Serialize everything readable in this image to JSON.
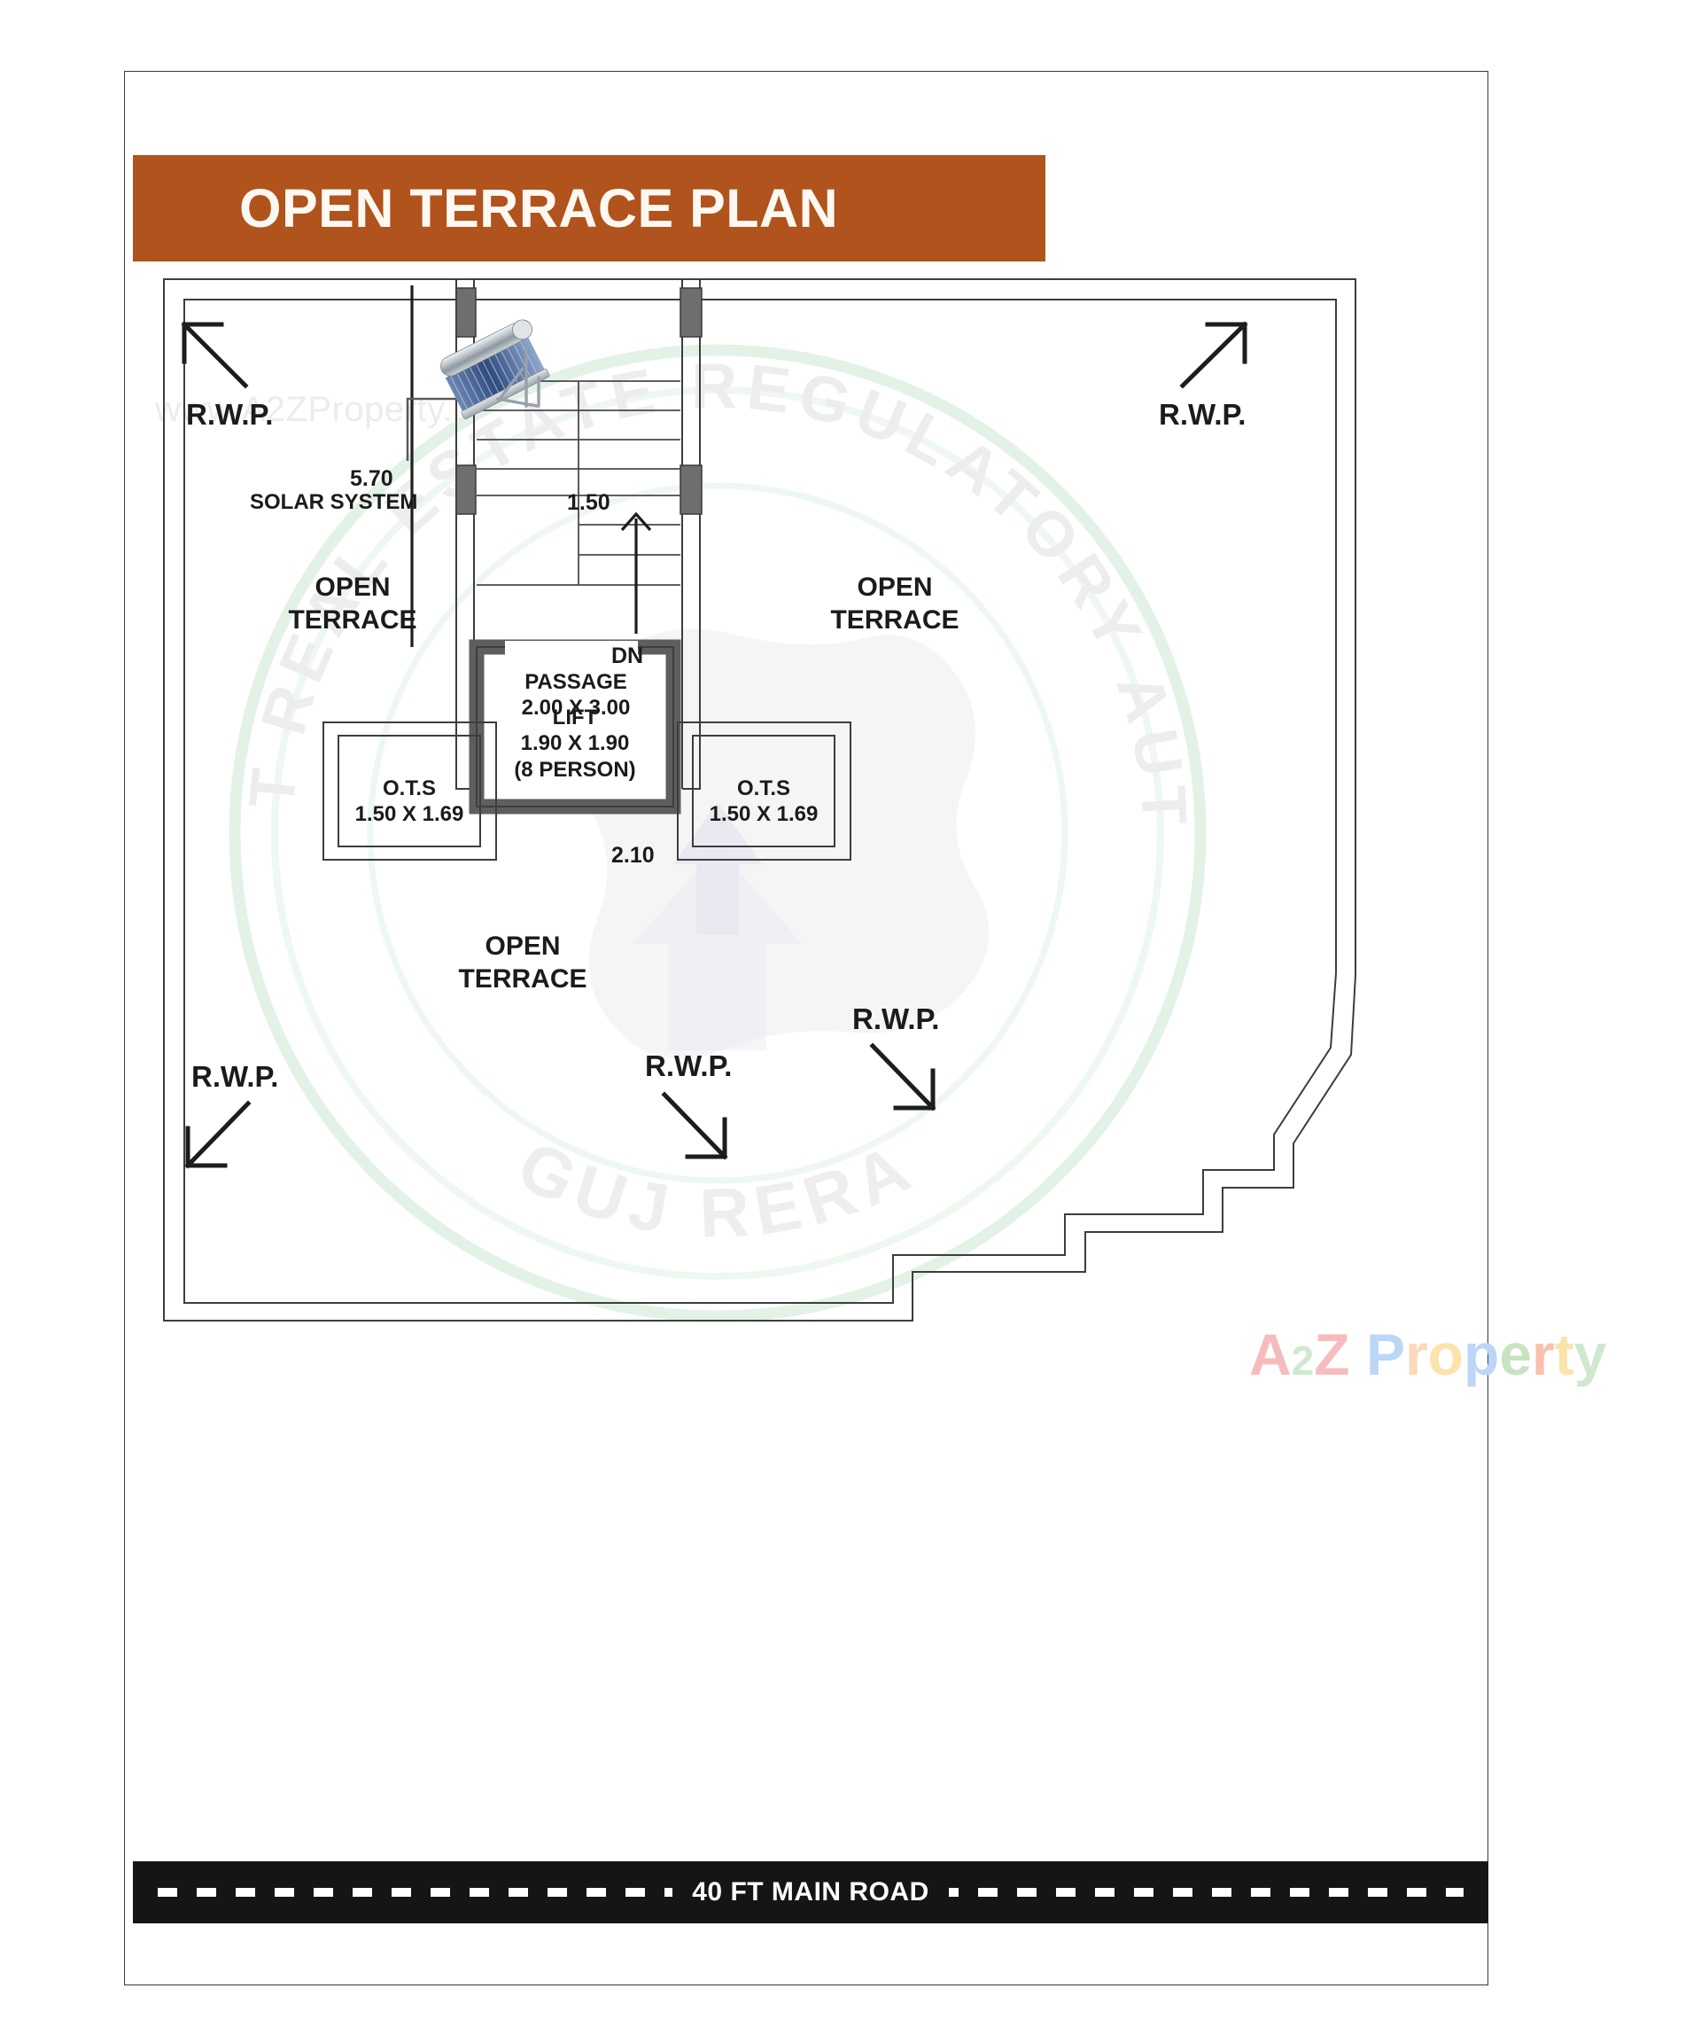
{
  "document": {
    "title": "OPEN TERRACE PLAN"
  },
  "watermarks": {
    "url": "www.A2ZProperty.in",
    "seal_outer": "GUJARAT REAL ESTATE REGULATORY AUTHORITY",
    "seal_inner": "GUJ RERA",
    "logo": {
      "a": "A",
      "two": "2",
      "z": "Z",
      "p": "P",
      "r": "r",
      "o": "o",
      "p2": "p",
      "e": "e",
      "r2": "r",
      "t": "t",
      "y": "y"
    }
  },
  "plan": {
    "terrace_left": {
      "line1": "OPEN",
      "line2": "TERRACE"
    },
    "terrace_right": {
      "line1": "OPEN",
      "line2": "TERRACE"
    },
    "terrace_bottom": {
      "line1": "OPEN",
      "line2": "TERRACE"
    },
    "passage": {
      "name": "PASSAGE",
      "size": "2.00 X 3.00"
    },
    "lift": {
      "name": "LIFT",
      "size": "1.90 X 1.90",
      "capacity": "(8 PERSON)"
    },
    "ots_left": {
      "name": "O.T.S",
      "size": "1.50 X 1.69"
    },
    "ots_right": {
      "name": "O.T.S",
      "size": "1.50 X 1.69"
    },
    "solar": {
      "label": "SOLAR SYSTEM"
    },
    "stair": {
      "direction": "DN",
      "width_dim": "1.50"
    },
    "dimensions": {
      "vertical_left": "5.70",
      "lift_bottom": "2.10"
    },
    "rwp": [
      {
        "label": "R.W.P.",
        "position": "top-left"
      },
      {
        "label": "R.W.P.",
        "position": "top-right"
      },
      {
        "label": "R.W.P.",
        "position": "bottom-left"
      },
      {
        "label": "R.W.P.",
        "position": "bottom-center"
      },
      {
        "label": "R.W.P.",
        "position": "bottom-right"
      }
    ]
  },
  "road": {
    "label": "40 FT MAIN ROAD"
  },
  "colors": {
    "banner": "#b0531c",
    "banner_text": "#fdf8f2",
    "road": "#151515",
    "wall": "#6d6d6d",
    "line": "#2b2b2b"
  }
}
